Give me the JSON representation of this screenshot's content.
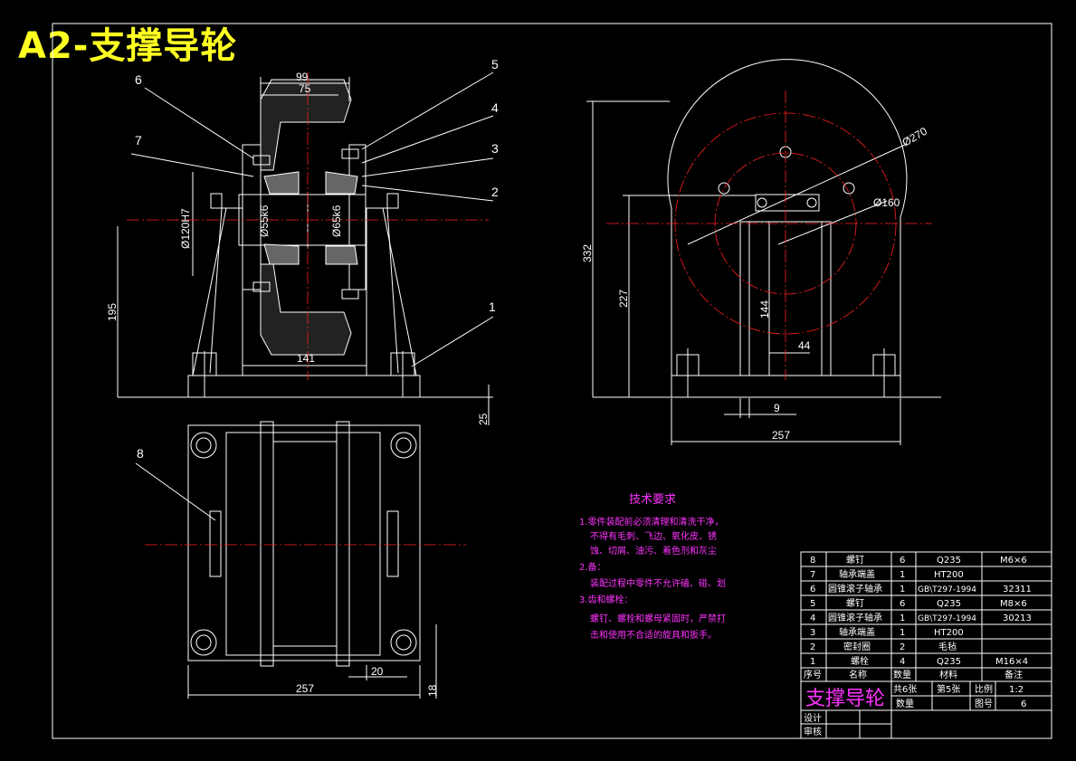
{
  "sheet": {
    "title": "A2-支撑导轮"
  },
  "front_view": {
    "part_numbers": [
      "1",
      "2",
      "3",
      "4",
      "5",
      "6",
      "7"
    ],
    "dims": {
      "overall_width": "99",
      "wheel_width": "75",
      "hole_dia": "Ø120H7",
      "shaft_dia_1": "Ø55k6",
      "shaft_dia_2": "Ø65k6",
      "center_height": "195",
      "span": "141",
      "base_thickness": "25"
    }
  },
  "side_view": {
    "dims": {
      "height": "332",
      "axle_height": "227",
      "rib_height": "144",
      "outer_dia": "Ø270",
      "inner_dia": "Ø160",
      "offset": "44",
      "plate": "9",
      "base_length": "257"
    }
  },
  "top_view": {
    "part_number": "8",
    "dims": {
      "length": "257",
      "bolt_offset": "20",
      "edge": "18"
    }
  },
  "tech_req": {
    "title": "技术要求",
    "lines": [
      "1.零件装配前必须清理和清洗干净，",
      "不得有毛刺、飞边、氧化皮、锈",
      "蚀、切屑、油污、着色剂和灰尘",
      "2.备：",
      "装配过程中零件不允许磕、碰、划",
      "3.齿和螺栓：",
      "螺钉、螺栓和螺母紧固时，严禁打",
      "击和使用不合适的旋具和扳手。"
    ]
  },
  "bom": {
    "rows": [
      {
        "no": "8",
        "name": "螺钉",
        "qty": "6",
        "material": "Q235",
        "note": "M6×6"
      },
      {
        "no": "7",
        "name": "轴承端盖",
        "qty": "1",
        "material": "HT200",
        "note": ""
      },
      {
        "no": "6",
        "name": "圆锥滚子轴承",
        "qty": "1",
        "material": "GB\\T297-1994",
        "note": "32311"
      },
      {
        "no": "5",
        "name": "螺钉",
        "qty": "6",
        "material": "Q235",
        "note": "M8×6"
      },
      {
        "no": "4",
        "name": "圆锥滚子轴承",
        "qty": "1",
        "material": "GB\\T297-1994",
        "note": "30213"
      },
      {
        "no": "3",
        "name": "轴承端盖",
        "qty": "1",
        "material": "HT200",
        "note": ""
      },
      {
        "no": "2",
        "name": "密封圈",
        "qty": "2",
        "material": "毛毡",
        "note": ""
      },
      {
        "no": "1",
        "name": "螺栓",
        "qty": "4",
        "material": "Q235",
        "note": "M16×4"
      }
    ],
    "header": {
      "no": "序号",
      "name": "名称",
      "qty": "数量",
      "material": "材料",
      "note": "备注"
    }
  },
  "title_block": {
    "drawing_name": "支撑导轮",
    "total_sheets": "共6张",
    "sheet_no": "第5张",
    "scale_label": "比例",
    "scale": "1:2",
    "qty_label": "数量",
    "fig_label": "图号",
    "fig_no": "6",
    "designer": "设计",
    "reviewer": "审核"
  },
  "colors": {
    "background": "#000000",
    "outline": "#ffffff",
    "title": "#ffff22",
    "annotation": "#ff33ff",
    "centerline": "#ff2020"
  }
}
